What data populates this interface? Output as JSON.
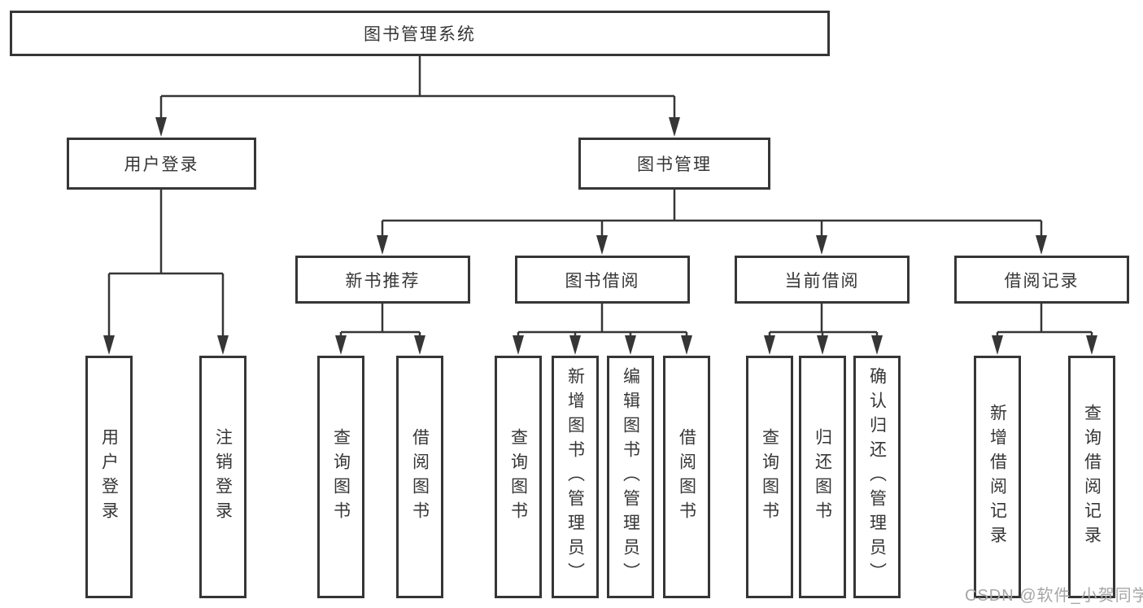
{
  "diagram": {
    "title": "图书管理系统",
    "level2": {
      "user": "用户登录",
      "mgmt": "图书管理"
    },
    "level3": {
      "new_books": "新书推荐",
      "book_borrow": "图书借阅",
      "current_borrow": "当前借阅",
      "borrow_records": "借阅记录"
    },
    "leaves": {
      "user": [
        "用户登录",
        "注销登录"
      ],
      "new_books": [
        "查询图书",
        "借阅图书"
      ],
      "book_borrow": [
        "查询图书",
        "新增图书（管理员）",
        "编辑图书（管理员）",
        "借阅图书"
      ],
      "current_borrow": [
        "查询图书",
        "归还图书",
        "确认归还（管理员）"
      ],
      "borrow_records": [
        "新增借阅记录",
        "查询借阅记录"
      ]
    },
    "colors": {
      "line": "#363636",
      "box_fill": "#ffffff",
      "watermark": "#a6a6a6"
    },
    "watermark": "CSDN @软件_小贺同学"
  }
}
